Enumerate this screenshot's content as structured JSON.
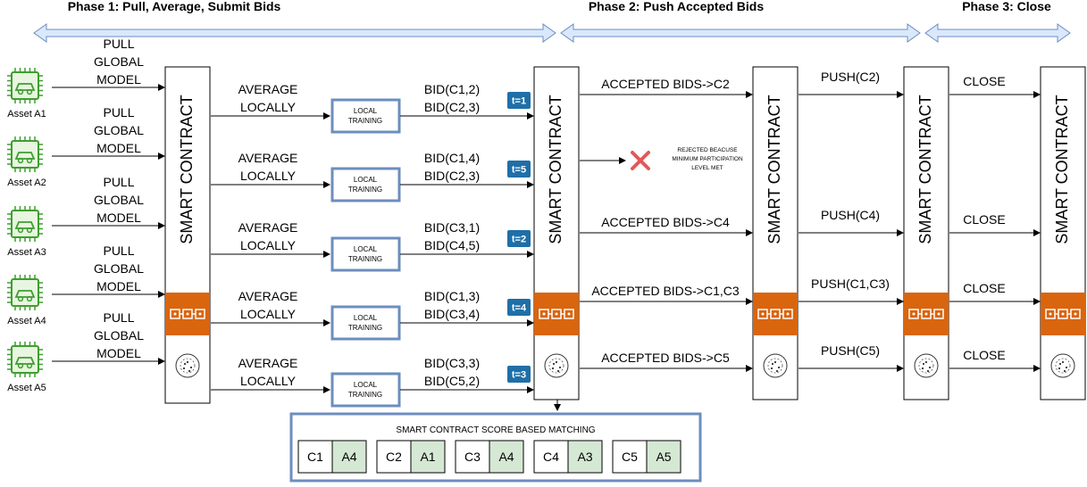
{
  "phases": [
    "Phase 1: Pull, Average, Submit Bids",
    "Phase 2: Push Accepted Bids",
    "Phase 3: Close"
  ],
  "assets": [
    "Asset A1",
    "Asset A2",
    "Asset A3",
    "Asset A4",
    "Asset A5"
  ],
  "pull_label": [
    "PULL",
    "GLOBAL",
    "MODEL"
  ],
  "average_label": [
    "AVERAGE",
    "LOCALLY"
  ],
  "local_training": [
    "LOCAL",
    "TRAINING"
  ],
  "smart_contract_label": "SMART CONTRACT",
  "bids": [
    [
      "BID(C1,2)",
      "BID(C2,3)"
    ],
    [
      "BID(C1,4)",
      "BID(C2,3)"
    ],
    [
      "BID(C3,1)",
      "BID(C4,5)"
    ],
    [
      "BID(C1,3)",
      "BID(C3,4)"
    ],
    [
      "BID(C3,3)",
      "BID(C5,2)"
    ]
  ],
  "times": [
    "t=1",
    "t=5",
    "t=2",
    "t=4",
    "t=3"
  ],
  "accepted": [
    "ACCEPTED BIDS->C2",
    "",
    "ACCEPTED BIDS->C4",
    "ACCEPTED BIDS->C1,C3",
    "ACCEPTED BIDS->C5"
  ],
  "rejected": [
    "REJECTED BEACUSE",
    "MINIMUM PARTICIPATION",
    "LEVEL MET"
  ],
  "push": [
    "PUSH(C2)",
    "",
    "PUSH(C4)",
    "PUSH(C1,C3)",
    "PUSH(C5)"
  ],
  "close": [
    "CLOSE",
    "",
    "CLOSE",
    "CLOSE",
    "CLOSE"
  ],
  "matching": {
    "title": "SMART CONTRACT SCORE BASED MATCHING",
    "pairs": [
      [
        "C1",
        "A4"
      ],
      [
        "C2",
        "A1"
      ],
      [
        "C3",
        "A4"
      ],
      [
        "C4",
        "A3"
      ],
      [
        "C5",
        "A5"
      ]
    ]
  },
  "colors": {
    "phase_arrow": "#dae8fc",
    "blue_border": "#6c8ebf",
    "time_badge": "#1f6fa8",
    "blockchain": "#d9650f",
    "asset_icon": "#3e9e2f",
    "match_green": "#d5e8d4",
    "reject_x": "#e05a5a"
  }
}
